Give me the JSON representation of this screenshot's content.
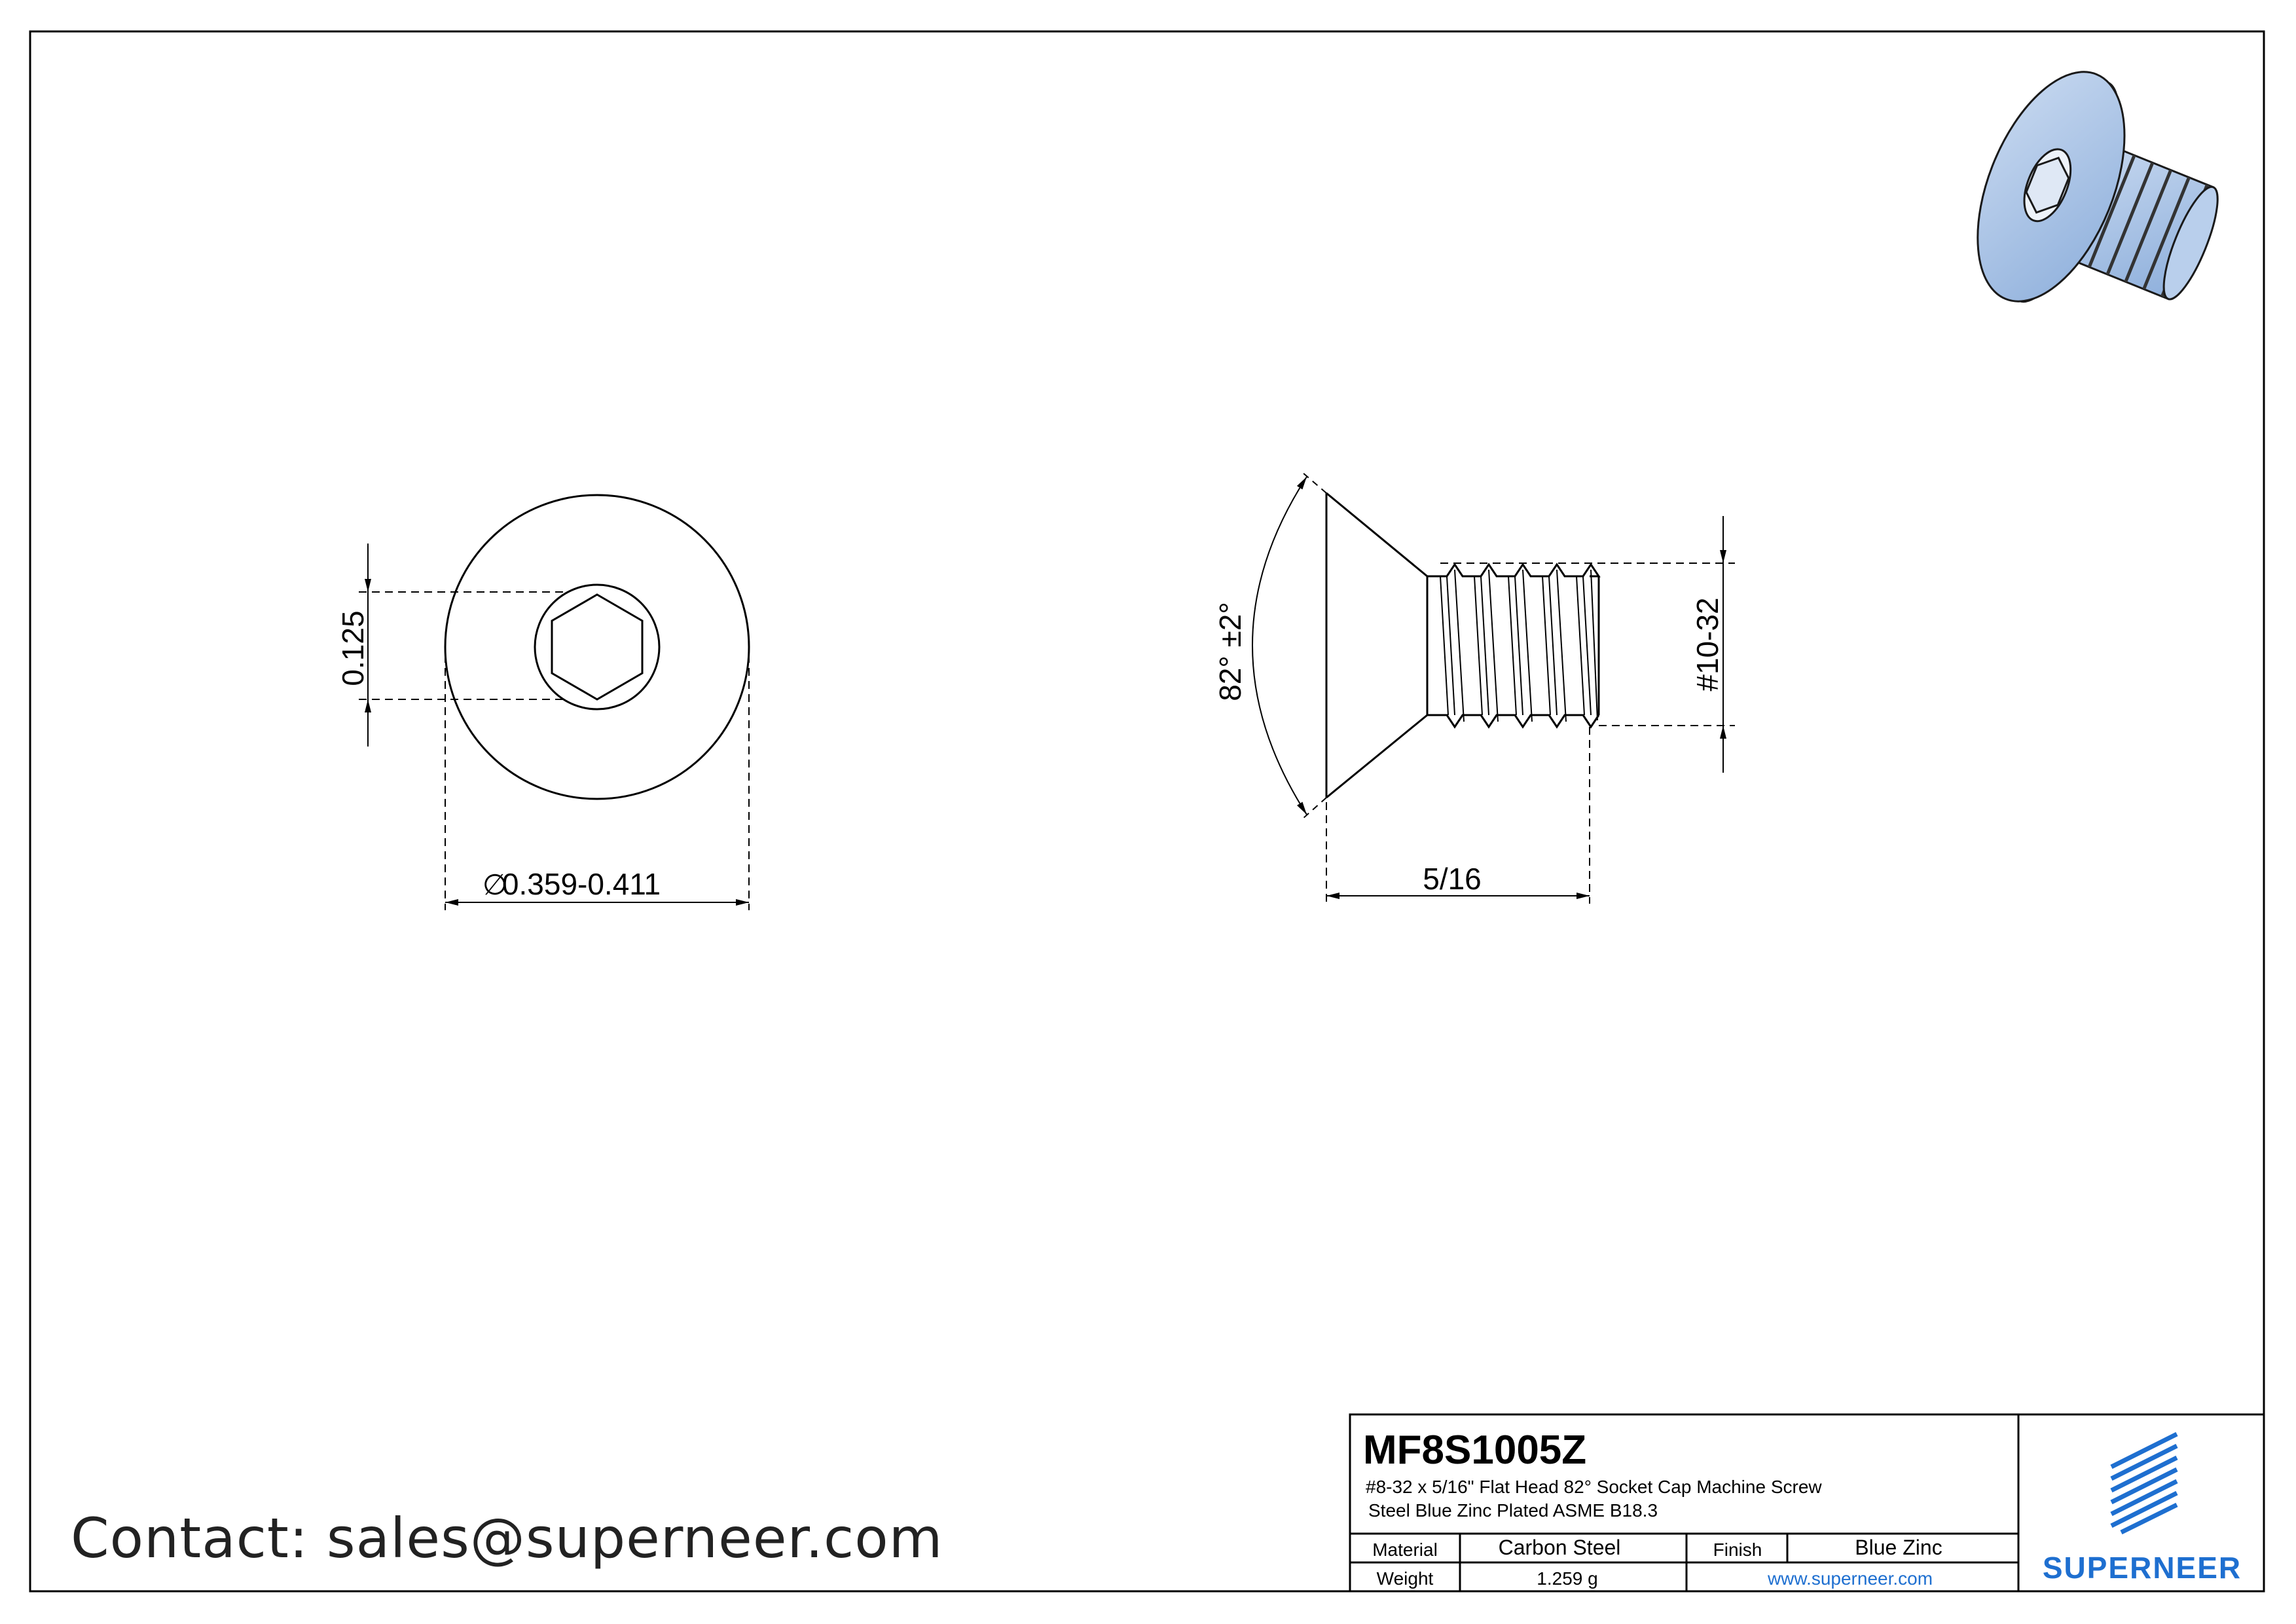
{
  "dimensions": {
    "hex_size": "0.125",
    "head_diameter_symbol": "∅",
    "head_diameter": "0.359-0.411",
    "angle": "82° ±2°",
    "thread": "#10-32",
    "length": "5/16"
  },
  "title_block": {
    "part_number": "MF8S1005Z",
    "description_line1": "#8-32  x 5/16\" Flat Head 82° Socket Cap Machine Screw",
    "description_line2": "Steel Blue Zinc Plated ASME B18.3",
    "material_label": "Material",
    "material_value": "Carbon Steel",
    "finish_label": "Finish",
    "finish_value": "Blue Zinc",
    "weight_label": "Weight",
    "weight_value": "1.259 g",
    "website": "www.superneer.com",
    "brand": "SUPERNEER"
  },
  "contact": "Contact: sales@superneer.com",
  "colors": {
    "line": "#000000",
    "screw_blue": "#a9c3e6",
    "brand_blue": "#1e6fd0"
  }
}
